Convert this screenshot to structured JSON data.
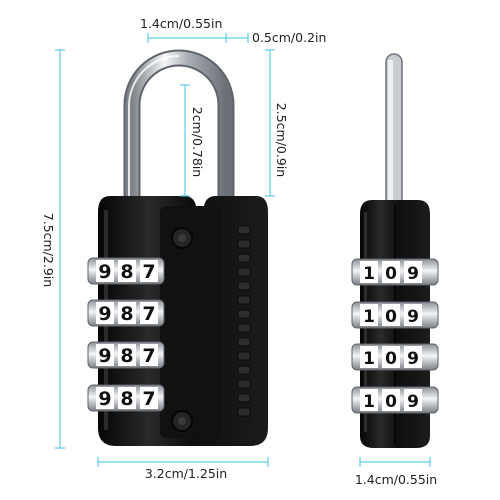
{
  "colors": {
    "dimension_line": "#3fc1e8",
    "lock_body": "#161616",
    "shackle": "#c9cdd2",
    "wheel_metal": "#d9dde2",
    "text": "#222222"
  },
  "dimensions": {
    "shackle_width": "1.4cm/0.55in",
    "shackle_thickness": "0.5cm/0.2in",
    "shackle_inner_height": "2cm/0.78in",
    "shackle_height": "2.5cm/0.9in",
    "total_height": "7.5cm/2.9in",
    "body_width": "3.2cm/1.25in",
    "side_depth": "1.4cm/0.55in"
  },
  "front_wheels": [
    [
      "9",
      "8",
      "7"
    ],
    [
      "9",
      "8",
      "7"
    ],
    [
      "9",
      "8",
      "7"
    ],
    [
      "9",
      "8",
      "7"
    ]
  ],
  "side_wheels": [
    [
      "1",
      "0",
      "9"
    ],
    [
      "1",
      "0",
      "9"
    ],
    [
      "1",
      "0",
      "9"
    ],
    [
      "1",
      "0",
      "9"
    ]
  ]
}
